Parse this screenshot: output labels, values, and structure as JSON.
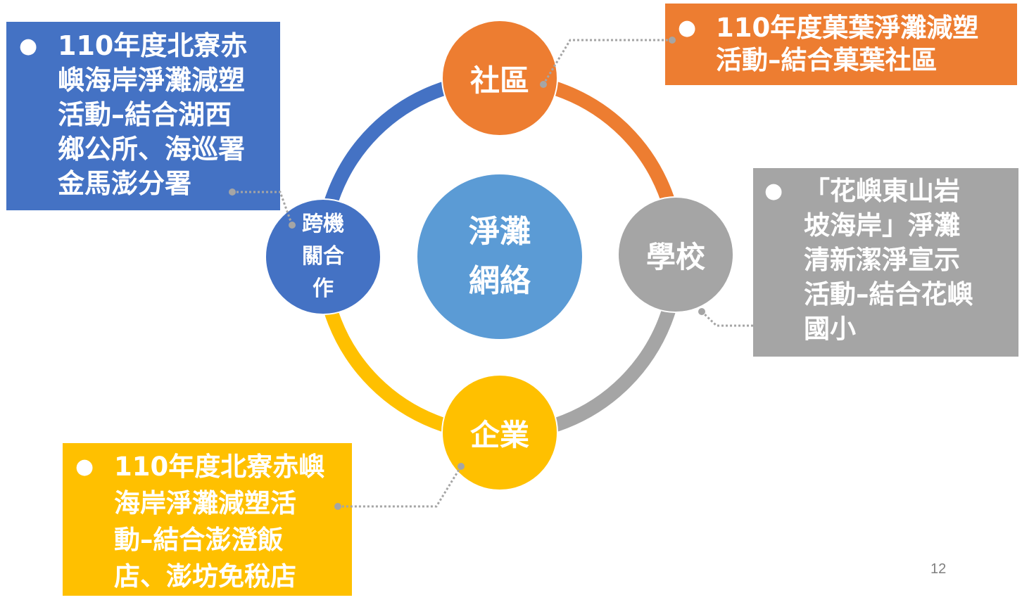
{
  "slide": {
    "page_number": "12",
    "center": {
      "label_lines": [
        "淨灘",
        "網絡"
      ],
      "color": "#5B9BD5"
    },
    "nodes": [
      {
        "id": "community",
        "label": "社區",
        "color": "#ED7D31"
      },
      {
        "id": "school",
        "label": "學校",
        "color": "#A5A5A5"
      },
      {
        "id": "enterprise",
        "label": "企業",
        "color": "#FFC000"
      },
      {
        "id": "agency",
        "label_lines": [
          "跨機",
          "關合",
          "作"
        ],
        "color": "#4472C4"
      }
    ],
    "callouts": [
      {
        "id": "agency",
        "bullet": "●",
        "text": "110年度北寮赤\n嶼海岸淨灘減塑\n活動–結合湖西\n鄉公所、海巡署\n金馬澎分署",
        "color": "#4472C4"
      },
      {
        "id": "community",
        "bullet": "●",
        "text": "110年度菓葉淨灘減塑\n活動–結合菓葉社區",
        "color": "#ED7D31"
      },
      {
        "id": "school",
        "bullet": "●",
        "text": "「花嶼東山岩\n坡海岸」淨灘\n清新潔淨宣示\n活動–結合花嶼\n國小",
        "color": "#A5A5A5"
      },
      {
        "id": "enterprise",
        "bullet": "●",
        "text": "110年度北寮赤嶼\n海岸淨灘減塑活\n動–結合澎澄飯\n店、澎坊免稅店",
        "color": "#FFC000"
      }
    ],
    "connector_color": "#A5A5A5"
  }
}
